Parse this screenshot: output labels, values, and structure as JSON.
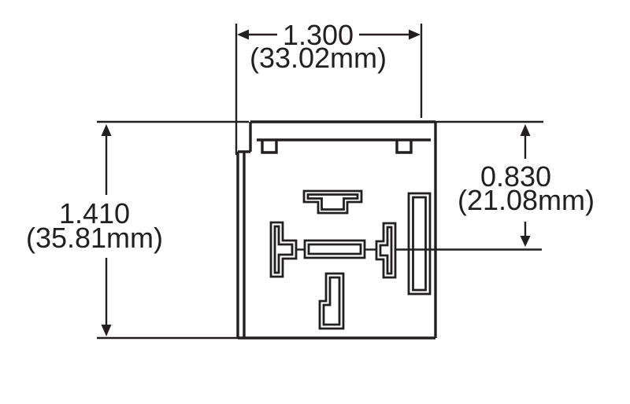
{
  "figure": {
    "kind": "technical dimension drawing"
  },
  "dimensions": {
    "width": {
      "value_in": "1.300",
      "value_mm": "(33.02mm)"
    },
    "height": {
      "value_in": "1.410",
      "value_mm": "(35.81mm)"
    },
    "offset": {
      "value_in": "0.830",
      "value_mm": "(21.08mm)"
    }
  },
  "colors": {
    "line": "#231f20",
    "background": "#ffffff"
  }
}
